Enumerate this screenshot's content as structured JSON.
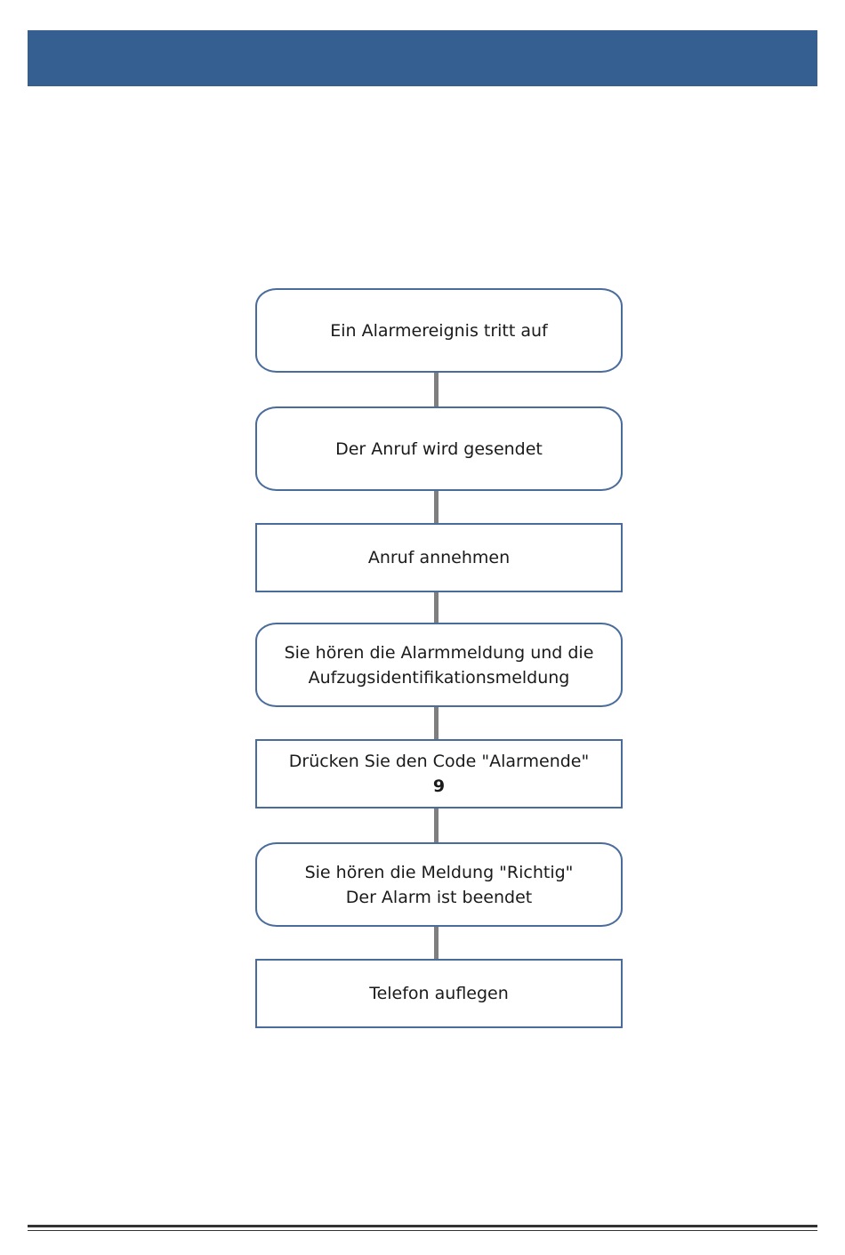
{
  "header": {
    "color": "#365f91"
  },
  "flowchart": {
    "steps": [
      {
        "lines": [
          "Ein Alarmereignis tritt auf"
        ],
        "shape": "rounded"
      },
      {
        "lines": [
          "Der Anruf wird gesendet"
        ],
        "shape": "rounded"
      },
      {
        "lines": [
          "Anruf annehmen"
        ],
        "shape": "rectangle"
      },
      {
        "lines": [
          "Sie hören die Alarmmeldung und die",
          "Aufzugsidentifikationsmeldung"
        ],
        "shape": "rounded"
      },
      {
        "lines": [
          "Drücken Sie den Code \"Alarmende\""
        ],
        "code": "9",
        "shape": "rectangle"
      },
      {
        "lines": [
          "Sie hören die Meldung \"Richtig\"",
          "Der Alarm ist beendet"
        ],
        "shape": "rounded"
      },
      {
        "lines": [
          "Telefon auflegen"
        ],
        "shape": "rectangle"
      }
    ]
  }
}
